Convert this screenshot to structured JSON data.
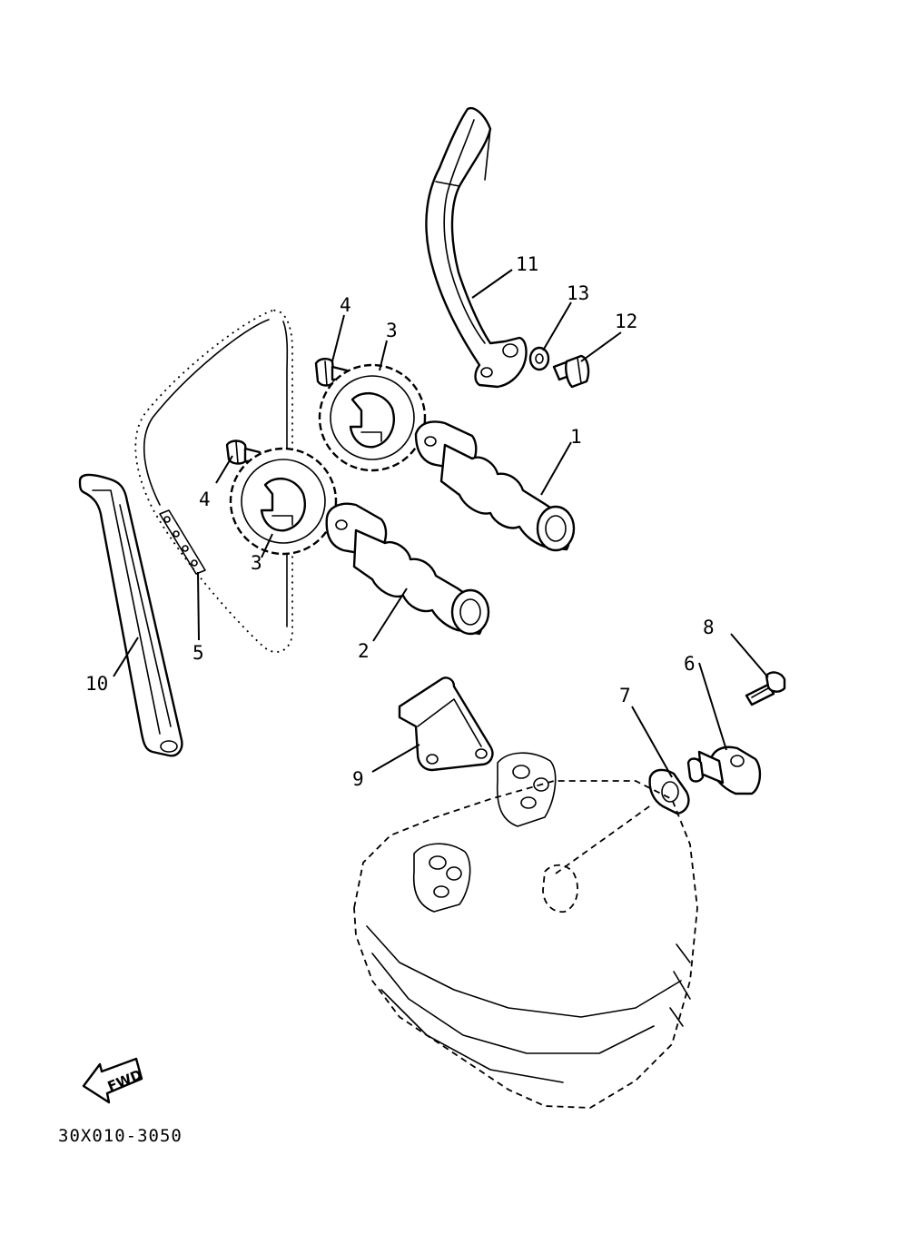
{
  "diagram_code": "30X010-3050",
  "fwd_label": "FWD",
  "callouts": [
    {
      "id": "1",
      "label": "1"
    },
    {
      "id": "2",
      "label": "2"
    },
    {
      "id": "3a",
      "label": "3"
    },
    {
      "id": "3b",
      "label": "3"
    },
    {
      "id": "4a",
      "label": "4"
    },
    {
      "id": "4b",
      "label": "4"
    },
    {
      "id": "5",
      "label": "5"
    },
    {
      "id": "6",
      "label": "6"
    },
    {
      "id": "7",
      "label": "7"
    },
    {
      "id": "8",
      "label": "8"
    },
    {
      "id": "9",
      "label": "9"
    },
    {
      "id": "10",
      "label": "10"
    },
    {
      "id": "11",
      "label": "11"
    },
    {
      "id": "12",
      "label": "12"
    },
    {
      "id": "13",
      "label": "13"
    }
  ]
}
